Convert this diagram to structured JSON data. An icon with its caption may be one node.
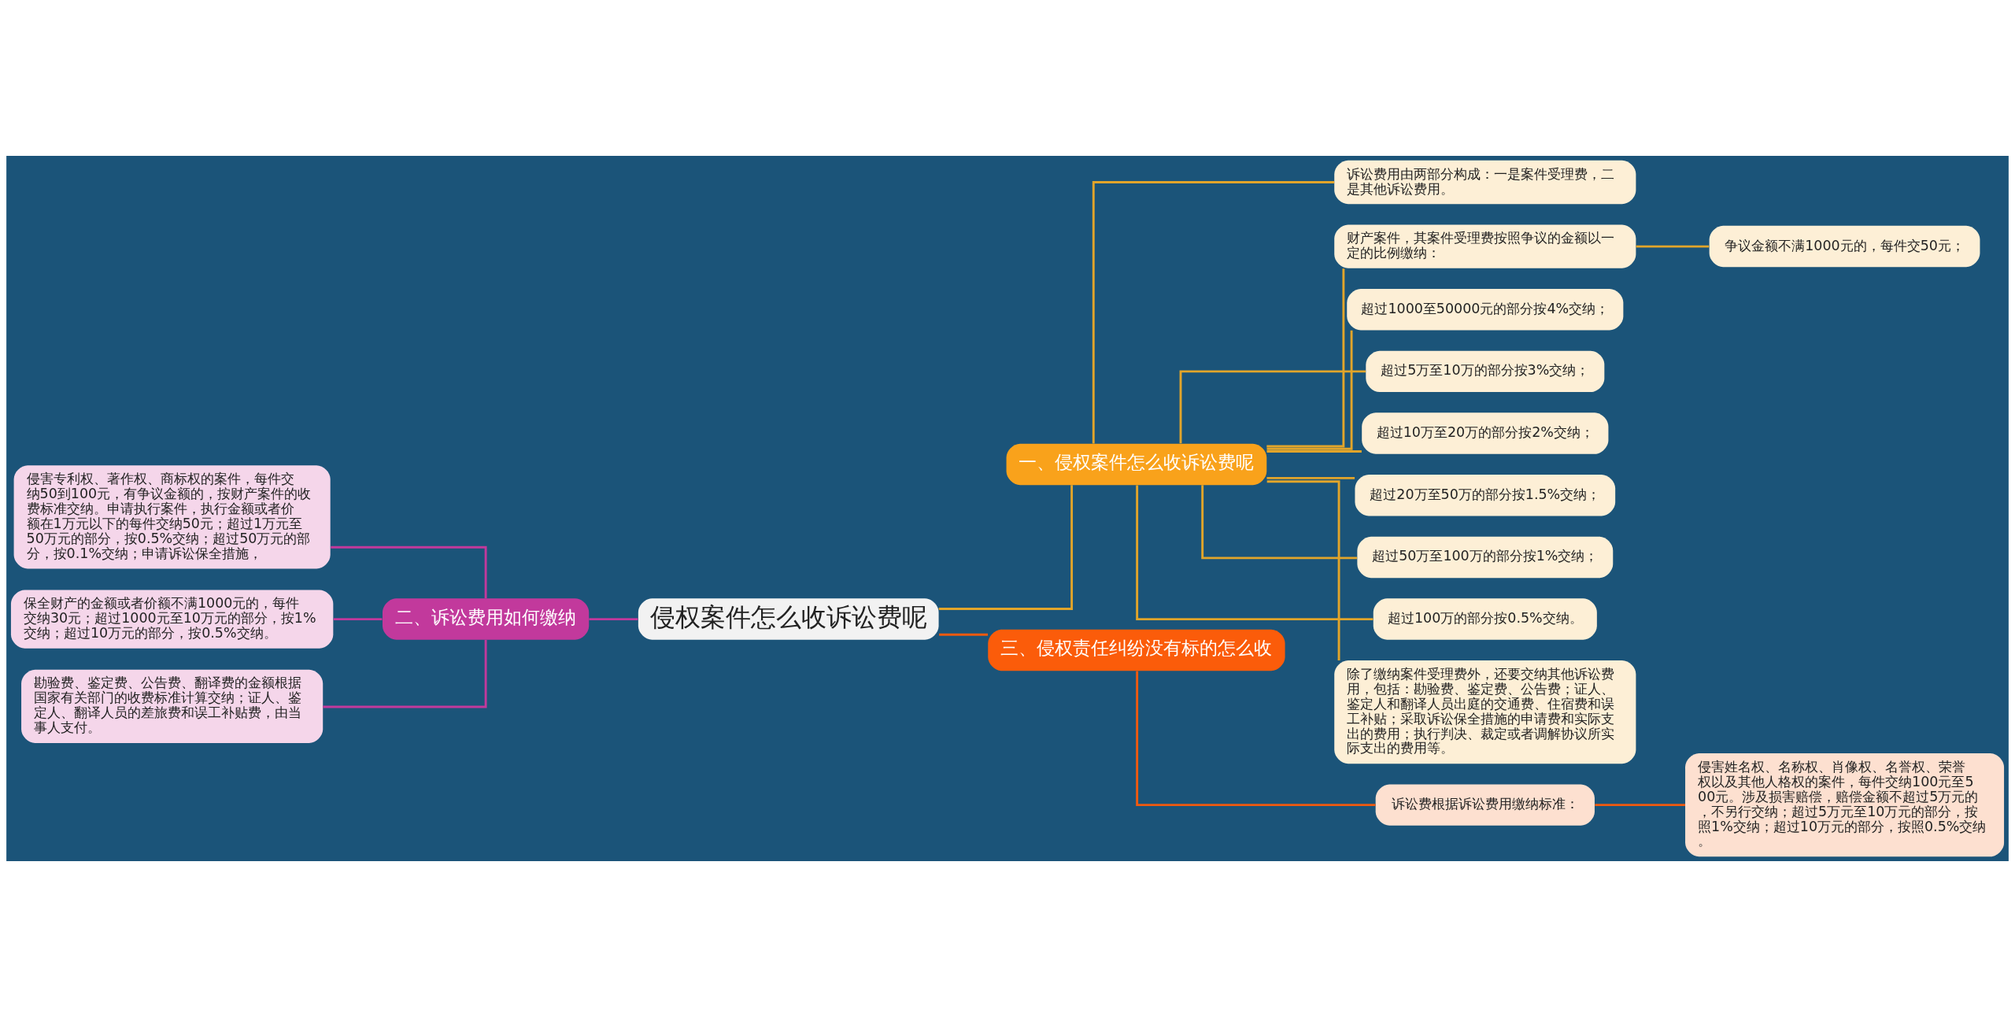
{
  "diagram": {
    "nodes": [
      {
        "text": [
          "侵权案件怎么收诉讼费呢"
        ]
      },
      {
        "text": [
          "一、侵权案件怎么收诉讼费呢"
        ]
      },
      {
        "text": [
          "诉讼费用由两部分构成：一是案件受理费，二是其他诉讼费用。"
        ]
      },
      {
        "text": [
          "财产案件，其案件受理费按照争议的金额以一定的比例缴纳："
        ]
      },
      {
        "text": [
          "争议金额不满1000元的，每件交50元；"
        ]
      },
      {
        "text": [
          "超过1000至50000元的部分按4%交纳；"
        ]
      },
      {
        "text": [
          "超过5万至10万的部分按3%交纳；"
        ]
      },
      {
        "text": [
          "超过10万至20万的部分按2%交纳；"
        ]
      },
      {
        "text": [
          "超过20万至50万的部分按1.5%交纳；"
        ]
      },
      {
        "text": [
          "超过50万至100万的部分按1%交纳；"
        ]
      },
      {
        "text": [
          "超过100万的部分按0.5%交纳。"
        ]
      },
      {
        "text": [
          "除了缴纳案件受理费外，还要交纳其他诉讼费用，包括：勘验费、鉴定费、公告费；证人、鉴定人和翻译人员出庭的交通费、住宿费和误工补贴；采取诉讼保全措施的申请费和实际支出的费用；执行判决、裁定或者调解协议所实际支出的费用等。"
        ]
      },
      {
        "text": [
          "二、诉讼费用如何缴纳"
        ]
      },
      {
        "text": [
          "侵害专利权、著作权、商标权的案件，每件交纳50到100元，有争议金额的，按财产案件的收费标准交纳。申请执行案件，执行金额或者价额在1万元以下的每件交纳50元；超过1万元至50万元的部分，按0.5%交纳；超过50万元的部分，按0.1%交纳；申请诉讼保全措施，"
        ]
      },
      {
        "text": [
          "保全财产的金额或者价额不满1000元的，每件交纳30元；超过1000元至10万元的部分，按1%交纳；超过10万元的部分，按0.5%交纳。"
        ]
      },
      {
        "text": [
          "勘验费、鉴定费、公告费、翻译费的金额根据国家有关部门的收费标准计算交纳；证人、鉴定人、翻译人员的差旅费和误工补贴费，由当事人支付。"
        ]
      },
      {
        "text": [
          "三、侵权责任纠纷没有标的怎么收"
        ]
      },
      {
        "text": [
          "诉讼费根据诉讼费用缴纳标准："
        ]
      },
      {
        "text": [
          "侵害姓名权、名称权、肖像权、名誉权、荣誉权以及其他人格权的案件，每件交纳100元至500元。涉及损害赔偿，赔偿金额不超过5万元的，不另行交纳；超过5万元至10万元的部分，按照1%交纳；超过10万元的部分，按照0.5%交纳。"
        ]
      }
    ],
    "edges": [
      {
        "from": 0,
        "to": 1,
        "arrow": "none"
      },
      {
        "from": 1,
        "to": 2,
        "arrow": "none"
      },
      {
        "from": 1,
        "to": 3,
        "arrow": "none"
      },
      {
        "from": 3,
        "to": 4,
        "arrow": "none"
      },
      {
        "from": 1,
        "to": 5,
        "arrow": "none"
      },
      {
        "from": 1,
        "to": 6,
        "arrow": "none"
      },
      {
        "from": 1,
        "to": 7,
        "arrow": "none"
      },
      {
        "from": 1,
        "to": 8,
        "arrow": "none"
      },
      {
        "from": 1,
        "to": 9,
        "arrow": "none"
      },
      {
        "from": 1,
        "to": 10,
        "arrow": "none"
      },
      {
        "from": 1,
        "to": 11,
        "arrow": "none"
      },
      {
        "from": 0,
        "to": 12,
        "arrow": "none",
        "color": "#c2399c"
      },
      {
        "from": 12,
        "to": 13,
        "arrow": "none",
        "color": "#c2399c"
      },
      {
        "from": 12,
        "to": 14,
        "arrow": "none",
        "color": "#c2399c"
      },
      {
        "from": 12,
        "to": 15,
        "arrow": "none",
        "color": "#c2399c"
      },
      {
        "from": 0,
        "to": 16,
        "arrow": "none",
        "color": "#f05a0f"
      },
      {
        "from": 16,
        "to": 17,
        "arrow": "none",
        "color": "#f05a0f"
      },
      {
        "from": 17,
        "to": 18,
        "arrow": "none",
        "color": "#f05a0f"
      }
    ]
  }
}
